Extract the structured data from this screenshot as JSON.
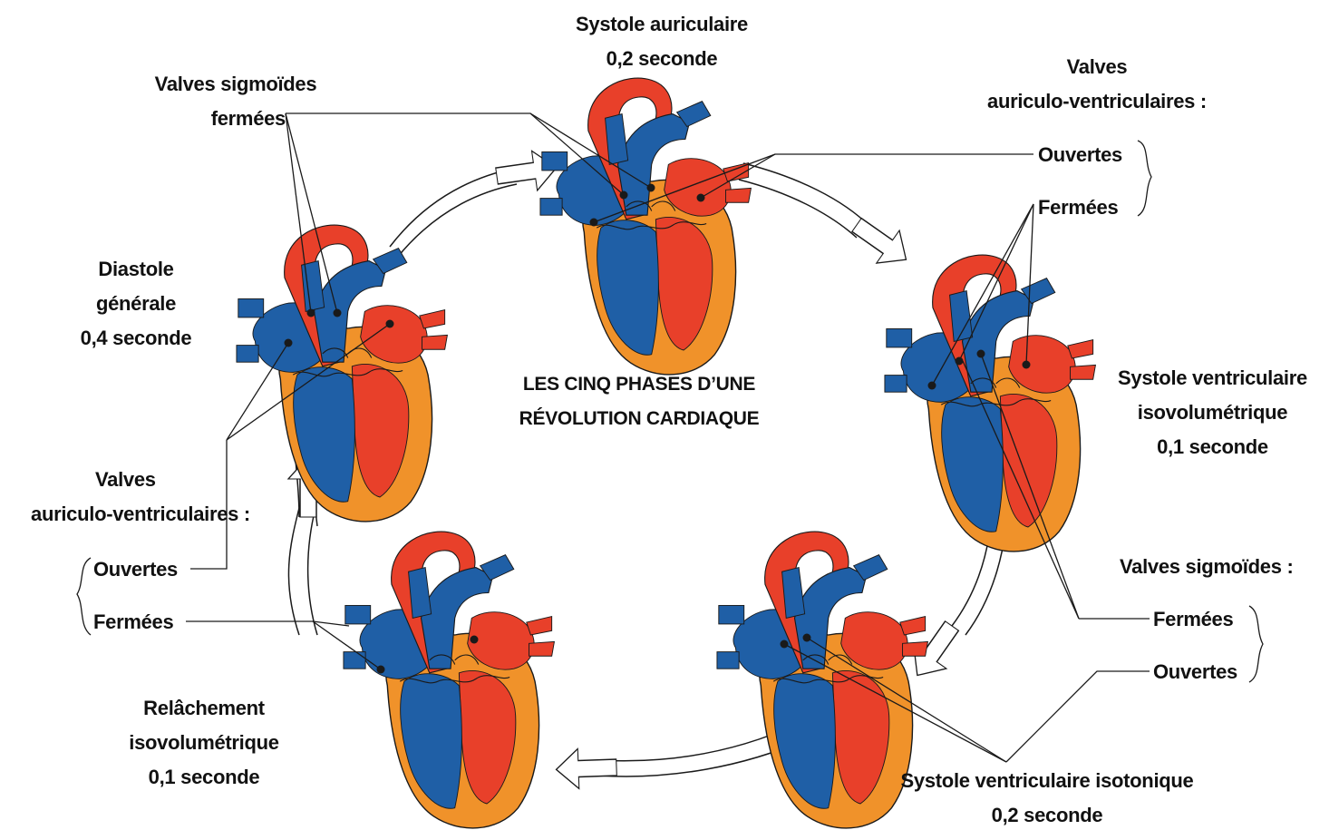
{
  "title": [
    "LES CINQ PHASES D’UNE",
    "RÉVOLUTION CARDIAQUE"
  ],
  "phases": {
    "atrial_systole": [
      "Systole auriculaire",
      "0,2 seconde"
    ],
    "isovolumetric_contraction": [
      "Systole ventriculaire",
      "isovolumétrique",
      "0,1 seconde"
    ],
    "isotonic_systole": [
      "Systole ventriculaire isotonique",
      "0,2 seconde"
    ],
    "isovolumetric_relaxation": [
      "Relâchement",
      "isovolumétrique",
      "0,1 seconde"
    ],
    "general_diastole": [
      "Diastole",
      "générale",
      "0,4 seconde"
    ]
  },
  "valve_labels": {
    "top_left_sigmoid": [
      "Valves sigmoïdes",
      "fermées"
    ],
    "top_right_av_heading": [
      "Valves",
      "auriculo-ventriculaires :"
    ],
    "top_right_open": "Ouvertes",
    "top_right_closed": "Fermées",
    "bottom_right_sigmoid_heading": "Valves sigmoïdes :",
    "bottom_right_closed": "Fermées",
    "bottom_right_open": "Ouvertes",
    "bottom_left_av_heading": [
      "Valves",
      "auriculo-ventriculaires :"
    ],
    "bottom_left_open": "Ouvertes",
    "bottom_left_closed": "Fermées"
  },
  "colors": {
    "oxygenated": "#e8402a",
    "deoxygenated": "#1f5fa6",
    "myocardium": "#f0922a",
    "outline": "#1a1a1a"
  }
}
